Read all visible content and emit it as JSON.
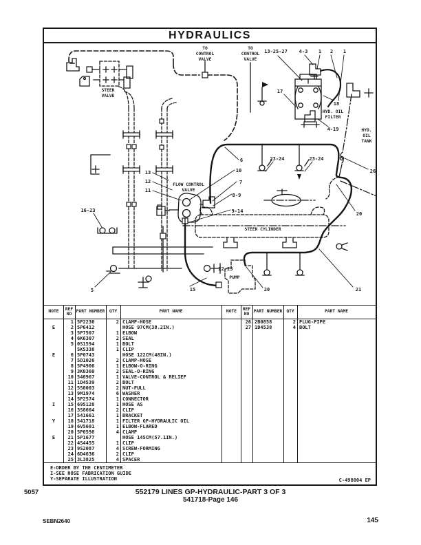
{
  "page": {
    "title": "HYDRAULICS",
    "plate_number": "5057",
    "footer_title": "552179 LINES GP-HYDRAULIC-PART 3 OF 3",
    "footer_subtitle": "541718-Page 146",
    "manual_code": "SEBN2640",
    "page_number": "145",
    "drawing_ref": "C-498004 EP"
  },
  "diagram": {
    "labels": {
      "to": "TO",
      "control": "CONTROL",
      "valve": "VALVE",
      "steer": "STEER",
      "flow_control": "FLOW CONTROL",
      "hyd_oil": "HYD. OIL",
      "filter": "FILTER",
      "hyd": "HYD.",
      "oil": "OIL",
      "tank": "TANK",
      "steer_cylinder": "STEER CYLINDER",
      "pump": "PUMP"
    },
    "callouts": {
      "c13_25_27": "13-25-27",
      "c4_3": "4-3",
      "c1a": "1",
      "c2": "2",
      "c1b": "1",
      "c17": "17",
      "c18": "18",
      "c4_19": "4-19",
      "c26": "26",
      "c6": "6",
      "c10": "10",
      "c7": "7",
      "c8_9": "8-9",
      "c9_14": "9-14",
      "c13": "13",
      "c12": "12",
      "c11": "11",
      "c16_23": "16-23",
      "c23_24a": "23-24",
      "c23_24b": "23-24",
      "c20a": "20",
      "c20b": "20",
      "c21": "21",
      "c22_23": "22-23",
      "c15": "15",
      "c5": "5"
    }
  },
  "table": {
    "headers": {
      "note": "NOTE",
      "ref": "REF NO",
      "part_number": "PART NUMBER",
      "qty": "QTY",
      "part_name": "PART NAME"
    },
    "left_rows": [
      {
        "note": "",
        "ref": "1",
        "part": "5P2230",
        "qty": "2",
        "name": "CLAMP-HOSE"
      },
      {
        "note": "E",
        "ref": "2",
        "part": "5P6412",
        "qty": "",
        "name": "HOSE 97CM(38.2IN.)"
      },
      {
        "note": "",
        "ref": "3",
        "part": "5P7507",
        "qty": "1",
        "name": "ELBOW"
      },
      {
        "note": "",
        "ref": "4",
        "part": "6K6307",
        "qty": "2",
        "name": "SEAL"
      },
      {
        "note": "",
        "ref": "5",
        "part": "0S1594",
        "qty": "1",
        "name": "BOLT"
      },
      {
        "note": "",
        "ref": "",
        "part": "5K5338",
        "qty": "1",
        "name": "CLIP"
      },
      {
        "note": "E",
        "ref": "6",
        "part": "5P0743",
        "qty": "",
        "name": "HOSE 122CM(48IN.)"
      },
      {
        "note": "",
        "ref": "7",
        "part": "5D1026",
        "qty": "2",
        "name": "CLAMP-HOSE"
      },
      {
        "note": "",
        "ref": "8",
        "part": "5P4906",
        "qty": "1",
        "name": "ELBOW-O-RING"
      },
      {
        "note": "",
        "ref": "9",
        "part": "3K0360",
        "qty": "2",
        "name": "SEAL-O-RING"
      },
      {
        "note": "",
        "ref": "10",
        "part": "540967",
        "qty": "1",
        "name": "VALVE-CONTROL & RELIEF"
      },
      {
        "note": "",
        "ref": "11",
        "part": "1D4539",
        "qty": "2",
        "name": "BOLT"
      },
      {
        "note": "",
        "ref": "12",
        "part": "5S0003",
        "qty": "2",
        "name": "NUT-FULL"
      },
      {
        "note": "",
        "ref": "13",
        "part": "9M1974",
        "qty": "6",
        "name": "WASHER"
      },
      {
        "note": "",
        "ref": "14",
        "part": "5P2574",
        "qty": "1",
        "name": "CONNECTOR"
      },
      {
        "note": "I",
        "ref": "15",
        "part": "695128",
        "qty": "1",
        "name": "HOSE AS"
      },
      {
        "note": "",
        "ref": "16",
        "part": "3S8664",
        "qty": "2",
        "name": "CLIP"
      },
      {
        "note": "",
        "ref": "17",
        "part": "541661",
        "qty": "1",
        "name": "BRACKET"
      },
      {
        "note": "Y",
        "ref": "18",
        "part": "541718",
        "qty": "1",
        "name": "FILTER GP-HYDRAULIC OIL"
      },
      {
        "note": "",
        "ref": "19",
        "part": "6V5601",
        "qty": "1",
        "name": "ELBOW-FLARED"
      },
      {
        "note": "",
        "ref": "20",
        "part": "5P0598",
        "qty": "4",
        "name": "CLAMP"
      },
      {
        "note": "E",
        "ref": "21",
        "part": "5P1677",
        "qty": "",
        "name": "HOSE 145CM(57.1IN.)"
      },
      {
        "note": "",
        "ref": "22",
        "part": "4S4455",
        "qty": "1",
        "name": "CLIP"
      },
      {
        "note": "",
        "ref": "23",
        "part": "9S2087",
        "qty": "4",
        "name": "SCREW-FORMING"
      },
      {
        "note": "",
        "ref": "24",
        "part": "6D4636",
        "qty": "2",
        "name": "CLIP"
      },
      {
        "note": "",
        "ref": "25",
        "part": "3L3825",
        "qty": "4",
        "name": "SPACER"
      }
    ],
    "right_rows": [
      {
        "note": "",
        "ref": "26",
        "part": "2B0858",
        "qty": "2",
        "name": "PLUG-PIPE"
      },
      {
        "note": "",
        "ref": "27",
        "part": "1D4538",
        "qty": "4",
        "name": "BOLT"
      }
    ]
  },
  "notes": {
    "lines": [
      "E-ORDER BY THE CENTIMETER",
      "I-SEE HOSE FABRICATION GUIDE",
      "Y-SEPARATE ILLUSTRATION"
    ]
  }
}
